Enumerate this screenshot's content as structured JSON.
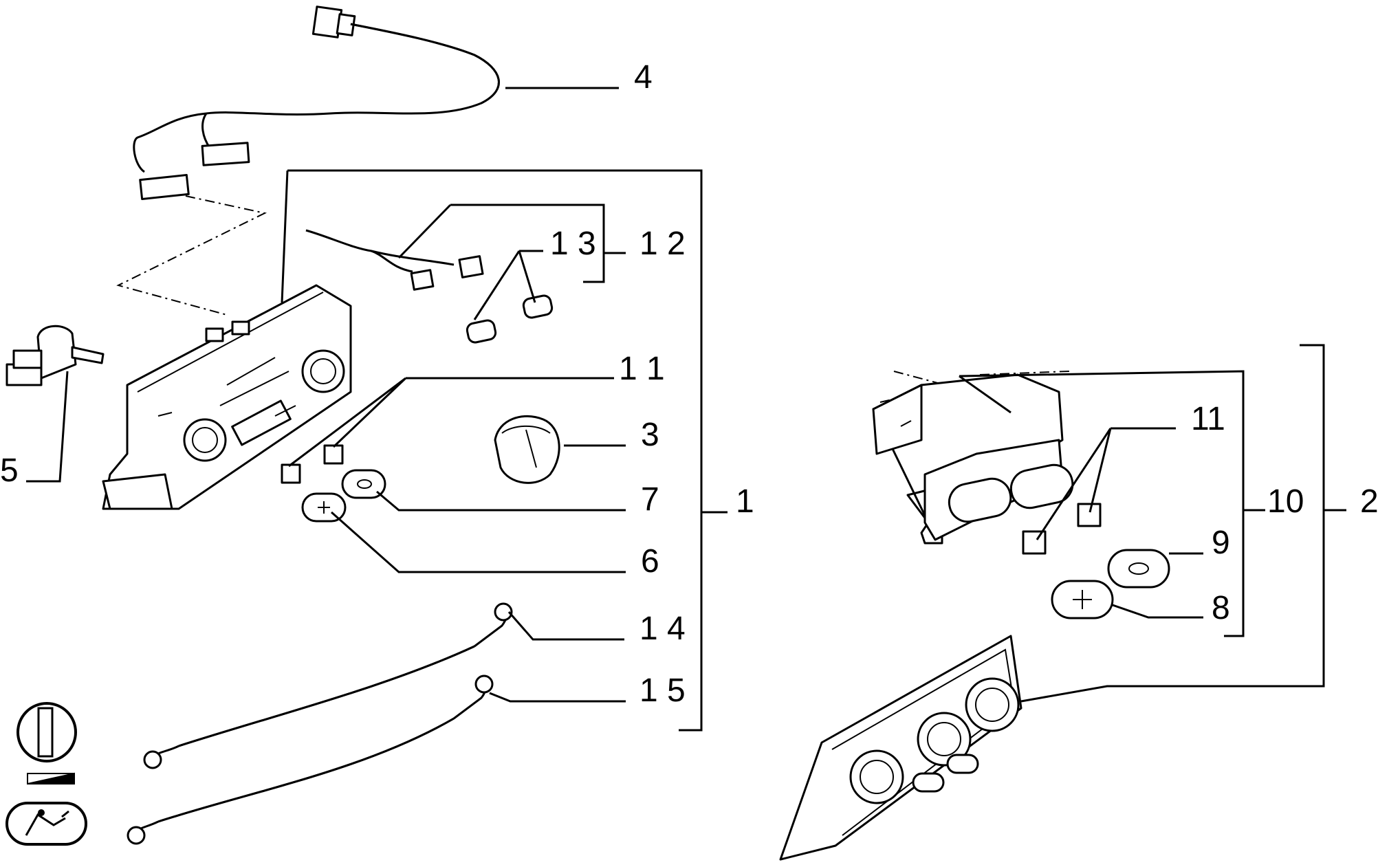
{
  "callouts": {
    "c1": "1",
    "c2": "2",
    "c3": "3",
    "c4": "4",
    "c5": "5",
    "c6": "6",
    "c7": "7",
    "c8": "8",
    "c9": "9",
    "c10": "10",
    "c11a": "1 1",
    "c11b": "11",
    "c12": "1 2",
    "c13": "1 3",
    "c14": "1 4",
    "c15": "1 5"
  },
  "icons": {
    "legend_knob": "temperature-knob-icon",
    "legend_fan": "fan-speed-ramp-icon",
    "legend_air": "air-distribution-icon"
  }
}
